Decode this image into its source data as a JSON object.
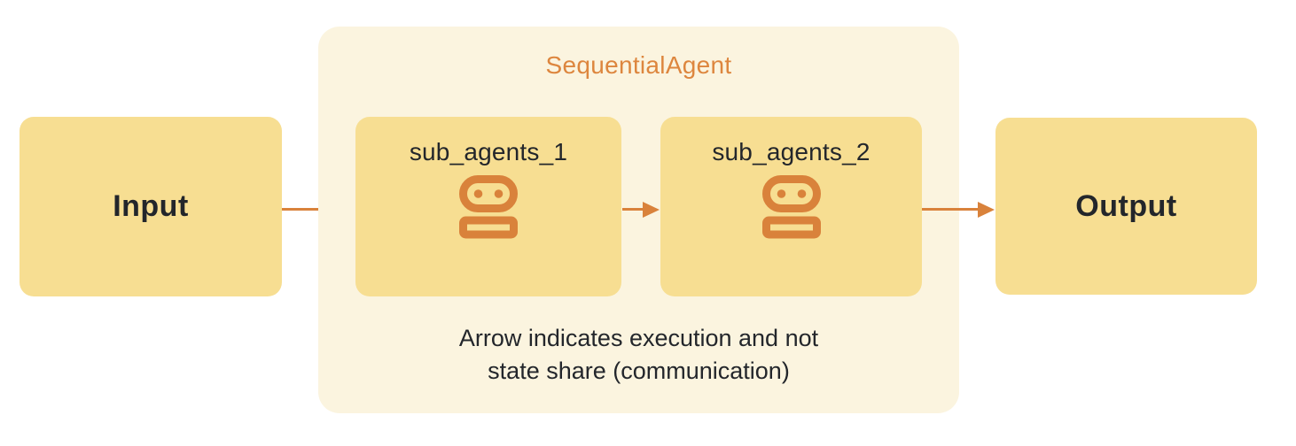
{
  "diagram": {
    "input_label": "Input",
    "output_label": "Output",
    "container": {
      "title": "SequentialAgent",
      "sub_agents": [
        {
          "label": "sub_agents_1",
          "icon": "robot-icon"
        },
        {
          "label": "sub_agents_2",
          "icon": "robot-icon"
        }
      ],
      "note_line1": "Arrow indicates execution and not",
      "note_line2": "state share (communication)"
    },
    "arrows": [
      {
        "name": "input-to-sub-agent-1",
        "direction": "right"
      },
      {
        "name": "sub-agent-1-to-sub-agent-2",
        "direction": "right"
      },
      {
        "name": "sub-agent-2-to-output",
        "direction": "right"
      }
    ],
    "colors": {
      "box_fill": "#F7DE92",
      "container_fill": "#FBF4DF",
      "accent_orange": "#D9823B",
      "title_orange": "#DD863E",
      "text_dark": "#23262B"
    }
  }
}
